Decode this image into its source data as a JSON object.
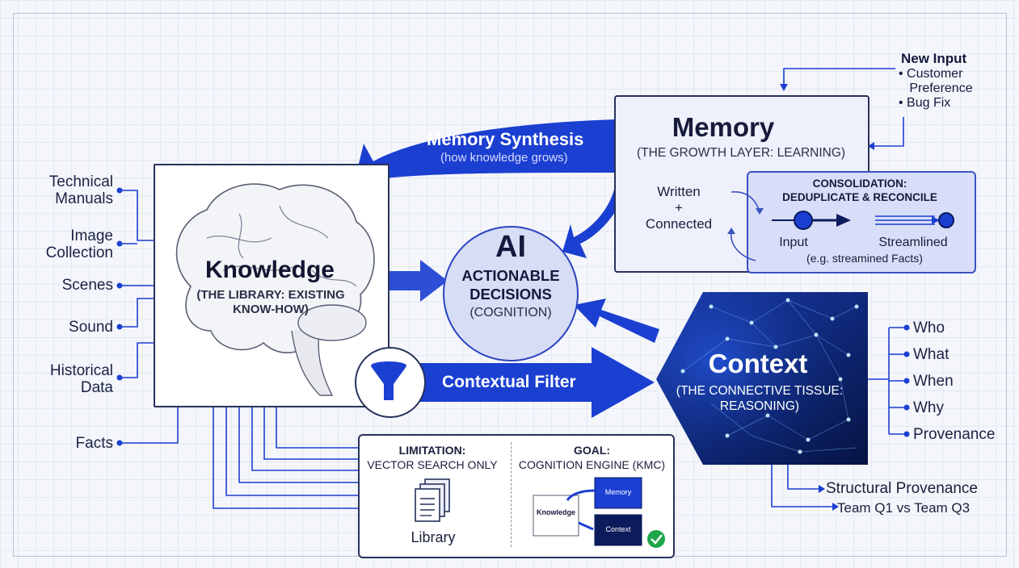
{
  "sources": {
    "technical_manuals": "Technical\nManuals",
    "image_collection": "Image\nCollection",
    "scenes": "Scenes",
    "sound": "Sound",
    "historical_data": "Historical\nData",
    "facts": "Facts"
  },
  "knowledge": {
    "title": "Knowledge",
    "subtitle": "(THE LIBRARY: EXISTING\nKNOW-HOW)"
  },
  "memory_synthesis": {
    "title": "Memory Synthesis",
    "subtitle": "(how knowledge grows)"
  },
  "new_input": {
    "title": "New Input",
    "item1": "• Customer\n   Preference",
    "item2": "• Bug Fix"
  },
  "memory": {
    "title": "Memory",
    "subtitle": "(THE GROWTH LAYER: LEARNING)",
    "written_connected": "Written\n+\nConnected",
    "consolidation_title": "CONSOLIDATION:\nDEDUPLICATE & RECONCILE",
    "input_label": "Input",
    "streamlined_label": "Streamlined",
    "example": "(e.g. streamined Facts)"
  },
  "ai": {
    "title": "AI",
    "subtitle": "ACTIONABLE\nDECISIONS",
    "note": "(COGNITION)"
  },
  "contextual_filter": "Contextual Filter",
  "context": {
    "title": "Context",
    "subtitle": "(THE CONNECTIVE TISSUE:\nREASONING)",
    "dimensions": [
      "Who",
      "What",
      "When",
      "Why",
      "Provenance"
    ],
    "structural_provenance": "Structural Provenance",
    "team_compare": "Team Q1 vs Team Q3"
  },
  "limitation": {
    "title": "LIMITATION:",
    "subtitle": "VECTOR SEARCH ONLY",
    "icon_label": "Library"
  },
  "goal": {
    "title": "GOAL:",
    "subtitle": "COGNITION ENGINE (KMC)",
    "mini_knowledge": "Knowledge",
    "mini_memory": "Memory",
    "mini_context": "Context"
  },
  "colors": {
    "primary_blue": "#1b3fd1",
    "dark_navy": "#0b1b5c",
    "light_panel": "#eef0fb",
    "check_green": "#1ea64b"
  }
}
